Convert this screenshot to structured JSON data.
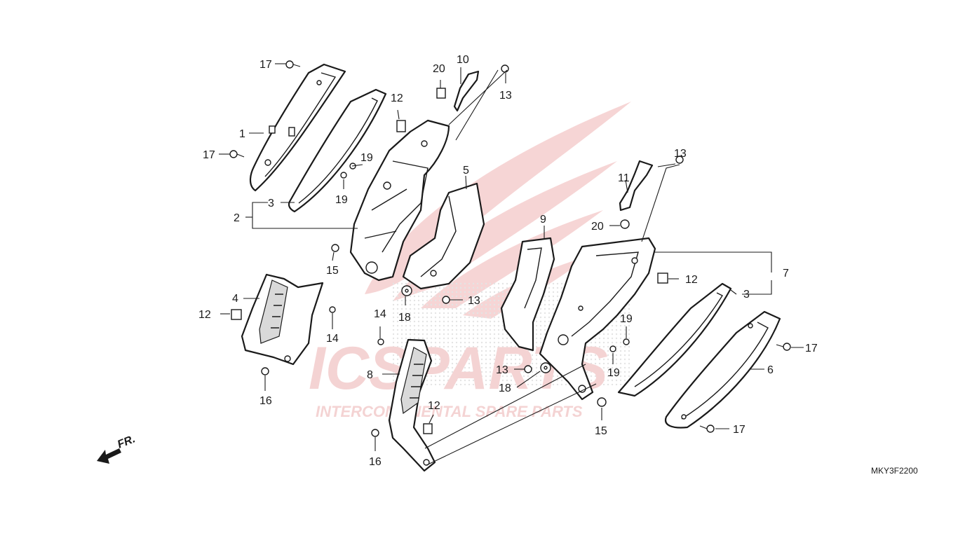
{
  "watermark": {
    "brand": "ICSPARTS",
    "tagline": "INTERCONTINENTAL SPARE PARTS",
    "color": "#e8a0a0"
  },
  "diagram": {
    "code": "MKY3F2200",
    "direction_label": "FR.",
    "callouts": {
      "c1": "1",
      "c2": "2",
      "c3a": "3",
      "c3b": "3",
      "c4": "4",
      "c5": "5",
      "c6": "6",
      "c7": "7",
      "c8": "8",
      "c9": "9",
      "c10": "10",
      "c11": "11",
      "c12a": "12",
      "c12b": "12",
      "c12c": "12",
      "c12d": "12",
      "c13a": "13",
      "c13b": "13",
      "c13c": "13",
      "c13d": "13",
      "c14a": "14",
      "c14b": "14",
      "c15a": "15",
      "c15b": "15",
      "c16a": "16",
      "c16b": "16",
      "c17a": "17",
      "c17b": "17",
      "c17c": "17",
      "c17d": "17",
      "c18a": "18",
      "c18b": "18",
      "c19a": "19",
      "c19b": "19",
      "c19c": "19",
      "c19d": "19",
      "c20a": "20",
      "c20b": "20"
    }
  }
}
